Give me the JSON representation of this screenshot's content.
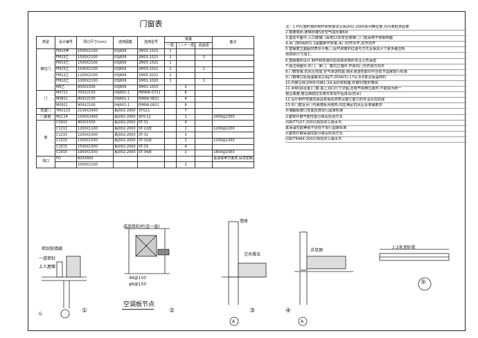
{
  "schedule": {
    "title": "门窗表",
    "headers": {
      "type": "类型",
      "code": "设计编号",
      "size": "洞口尺寸(mm)",
      "count": "数量",
      "ref": "选用图集",
      "item": "选用型号",
      "q1": "一层",
      "q2": "二~十一层",
      "q3": "机房层",
      "note": "备注"
    },
    "groups": {
      "g1": "推拉门",
      "g2": "门",
      "g3": "防盗门",
      "g4": "门联窗",
      "g5": "窗",
      "g6": "洞口"
    },
    "rows": [
      {
        "code": "FM15甲",
        "size": "1500X2100",
        "ref": "03J609",
        "item": "2M03-1521",
        "q1": "1",
        "q2": "",
        "q3": "",
        "note": ""
      },
      {
        "code": "FM15乙",
        "size": "1500X2100",
        "ref": "03J609",
        "item": "2M03-1521",
        "q1": "2",
        "q2": "",
        "q3": "1",
        "note": ""
      },
      {
        "code": "FM15乙",
        "size": "1500X2100",
        "ref": "03J609",
        "item": "2M03-1521",
        "q1": "1",
        "q2": "",
        "q3": "",
        "note": ""
      },
      {
        "code": "FM15乙",
        "size": "1500X2100",
        "ref": "03J609",
        "item": "2M03-1521",
        "q1": "1",
        "q2": "",
        "q3": "1",
        "note": ""
      },
      {
        "code": "FM12乙",
        "size": "1200X2100",
        "ref": "03J609",
        "item": "1M05-1021",
        "q1": "1",
        "q2": "",
        "q3": "",
        "note": ""
      },
      {
        "code": "FM10乙",
        "size": "1000X2100",
        "ref": "03J609",
        "item": "1M01-1020",
        "q1": "1",
        "q2": "",
        "q3": "1",
        "note": ""
      },
      {
        "code": "M6乙",
        "size": "600X1500",
        "ref": "03J609",
        "item": "5M01-1015",
        "q1": "",
        "q2": "2",
        "q3": "",
        "note": ""
      },
      {
        "code": "M0721",
        "size": "700X2100",
        "ref": "04J601-1",
        "item": "PBM06-0721",
        "q1": "",
        "q2": "8",
        "q3": "",
        "note": ""
      },
      {
        "code": "M0821",
        "size": "800X2100",
        "ref": "04J601-1",
        "item": "PJM06-0821",
        "q1": "",
        "q2": "4",
        "q3": "",
        "note": ""
      },
      {
        "code": "M0921",
        "size": "900X2100",
        "ref": "04J601-1",
        "item": "PJM06-0921",
        "q1": "",
        "q2": "8",
        "q3": "",
        "note": ""
      },
      {
        "code": "TM2123",
        "size": "2100X2400",
        "ref": "系J002-2000",
        "item": "STG11",
        "q1": "",
        "q2": "7",
        "q3": "",
        "note": ""
      },
      {
        "code": "MLC24",
        "size": "1500X2400",
        "ref": "系J002-2000",
        "item": "SPX-12",
        "q1": "",
        "q2": "1",
        "q3": "",
        "note": "2400@2300"
      },
      {
        "code": "C0915",
        "size": "900X1500",
        "ref": "系J002-2000",
        "item": "ST-31",
        "q1": "",
        "q2": "4",
        "q3": "",
        "note": ""
      },
      {
        "code": "C1211",
        "size": "1200X1100",
        "ref": "系J002-2000",
        "item": "ST-22改",
        "q1": "",
        "q2": "1",
        "q3": "",
        "note": "1200@1200"
      },
      {
        "code": "C1215",
        "size": "1200X1500",
        "ref": "系J002-2000",
        "item": "ST-32",
        "q1": "",
        "q2": "3",
        "q3": "",
        "note": ""
      },
      {
        "code": "C1315",
        "size": "1300X1500",
        "ref": "系J002-2000",
        "item": "ST-32改",
        "q1": "",
        "q2": "1",
        "q3": "",
        "note": "1200@1300"
      },
      {
        "code": "C1515",
        "size": "1500X1500",
        "ref": "系J002-2000",
        "item": "ST-33",
        "q1": "",
        "q2": "4",
        "q3": "",
        "note": ""
      },
      {
        "code": "C1915",
        "size": "1950X1500",
        "ref": "系J002-2000",
        "item": "ST-34改",
        "q1": "",
        "q2": "2",
        "q3": "",
        "note": "1800@1950"
      },
      {
        "code": "FD",
        "size": "600X600",
        "ref": "",
        "item": "",
        "q1": "",
        "q2": "",
        "q3": "",
        "note": "此洞依甲方要求,另详定制"
      },
      {
        "code": "",
        "size": "1000X2100",
        "ref": "",
        "item": "",
        "q1": "",
        "q2": "2",
        "q3": "",
        "note": ""
      }
    ]
  },
  "notes": [
    "注：1.PVC塑料窗的制作和安装详见系J002-2000系列推拉窗,均为单框夹层玻",
    "2.窗玻璃厚,玻璃厚度5厚空气层厚度6厚",
    "3.首层平面中,入口玻璃门采用12厚安全玻璃门,门框采用不锈钢饰面",
    "4.木门按04J601-1图集制作安装,木门均开外开,向开向开",
    "5.塑钢窗立面图仅表示分格,门及开启窗的位置与方式及相关尺寸更多者应现",
    "  场实际尺寸加工,",
    "6.塑钢窗的设计,制作和安装均应由有资质的专业公司承担",
    "7.除注明者外,外门、单门、窗均立墙中,开启内门与开启方向平",
    "8.门窗安装,抗风压性能,空气渗透性能,雨水渗透性能均不应低于国家现行标准",
    "9.门窗用口处保温做法见系J/T-2004(5)-17页,R.E复合保温材料",
    "10.内窗台除注明外均做1:3水泥砂浆粉面,并做50宽护角线",
    "11.木制(铝合金)门窗,其上洞口尺寸详图,应有开启扇位置时,不能视为统一",
    "   窗台高度,窗台做前应先用灰浆找平后再设(防水)",
    "12.设计制作安装应由具有相应资质及施工能力的专业队伍完成",
    "13.外门窗及大门与幕墙系列结构,均应满足抗风压及渗漏要求",
    "   外墙翻板窗口性能应按现行国家标准",
    "   ①建筑外窗气密性能分级及检测方法",
    "     (GB/T7107-2002)规定的三级水平,",
    "   其保温性能等级不应低于现行国家标准",
    "   ②建筑外窗保温性能分级及检测方法",
    "     (GB/T8484-2002)规定的三级水平,"
  ],
  "details": {
    "caption1": "①",
    "caption2": "②",
    "caption3": "③",
    "caption4": "④",
    "caption5": "⑤",
    "ac_title": "空调板节点",
    "axis_g": "G",
    "axis_a1": "A",
    "axis_a2": "A",
    "label_1a": "密封胶填缝",
    "label_1b": "一道密封",
    "label_1c": "上人屋面",
    "label_2a": "成品铁栏杆(见一层)",
    "label_2b": "46@150",
    "label_2c": "φ6@150",
    "label_3a": "墙体",
    "label_3b": "泛水做法",
    "label_4a": "详见图",
    "label_5a": "1:2水泥砂浆"
  }
}
